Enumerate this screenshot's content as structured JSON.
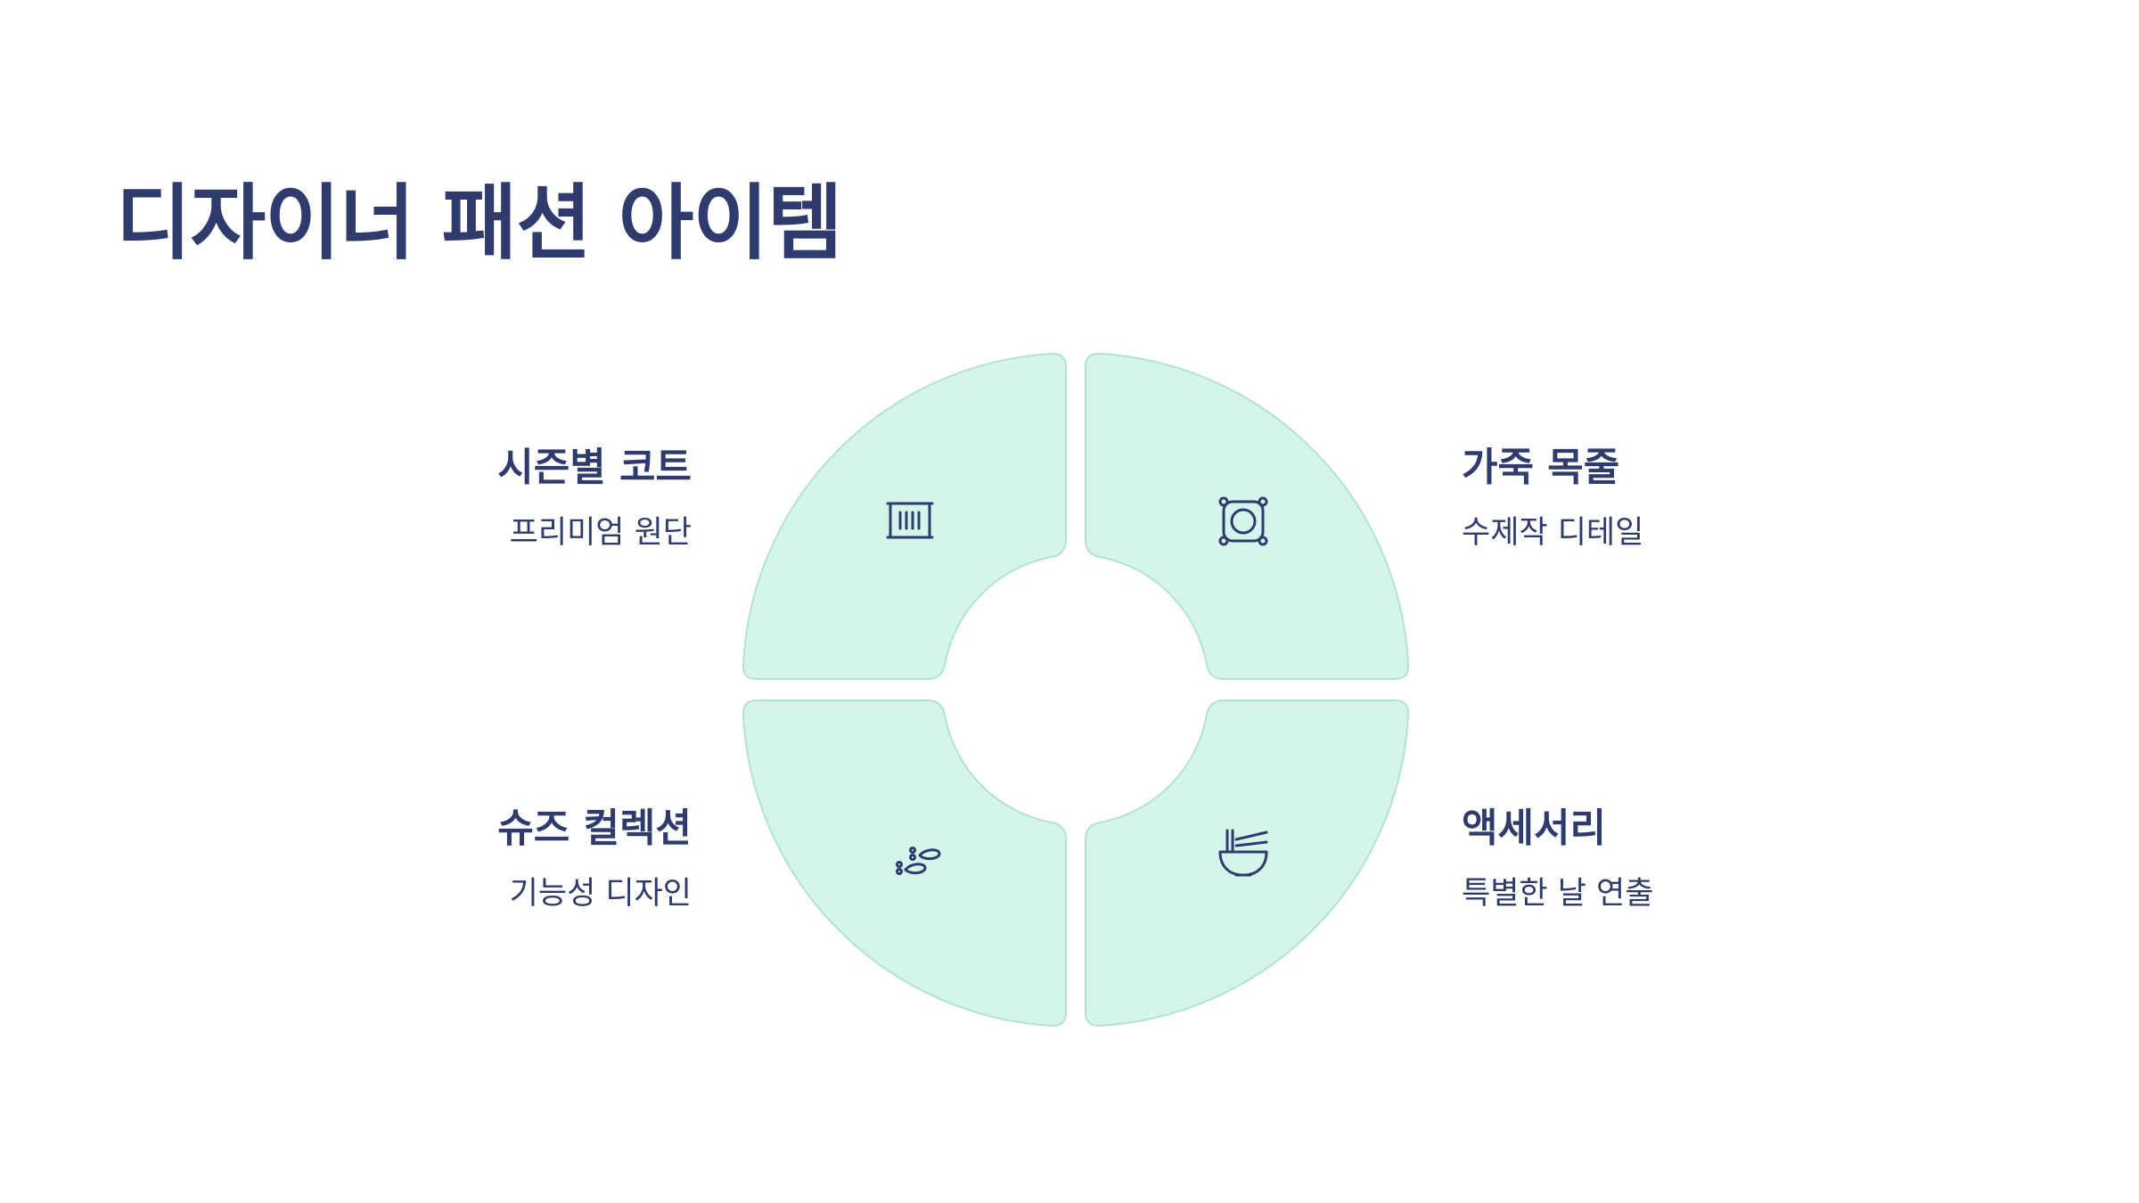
{
  "title": "디자이너 패션 아이템",
  "colors": {
    "text": "#2f3b6d",
    "segment_fill": "#d5f4ec",
    "segment_stroke": "#b3e2d5"
  },
  "items": [
    {
      "heading": "시즌별 코트",
      "description": "프리미엄 원단",
      "icon": "radiator-icon"
    },
    {
      "heading": "가죽 목줄",
      "description": "수제작 디테일",
      "icon": "frame-ring-icon"
    },
    {
      "heading": "슈즈 컬렉션",
      "description": "기능성 디자인",
      "icon": "footprints-icon"
    },
    {
      "heading": "액세서리",
      "description": "특별한 날 연출",
      "icon": "noodle-bowl-icon"
    }
  ]
}
